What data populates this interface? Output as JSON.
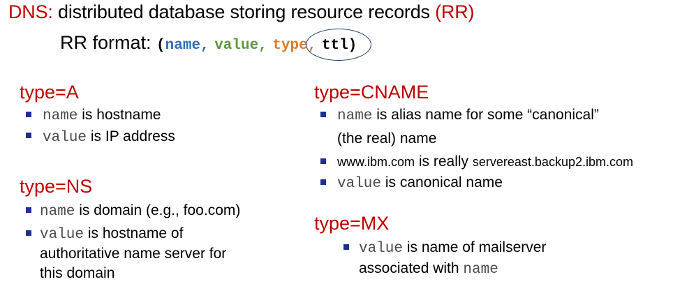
{
  "title": {
    "prefix": "DNS:",
    "text": "distributed database storing resource records",
    "suffix": "(RR)"
  },
  "rr_format": {
    "label": "RR format:",
    "open": "(",
    "name": "name,",
    "value": "value,",
    "type": "type,",
    "ttl": "ttl",
    "close": ")"
  },
  "type_a": {
    "heading": "type=A",
    "items": [
      {
        "code": "name",
        "text": "is hostname"
      },
      {
        "code": "value",
        "text": "is IP address"
      }
    ]
  },
  "type_ns": {
    "heading": "type=NS",
    "items": [
      {
        "code": "name",
        "text": "is domain (e.g., foo.com)"
      },
      {
        "code": "value",
        "text": "is hostname of",
        "cont1": "authoritative name server for",
        "cont2": "this domain"
      }
    ]
  },
  "type_cname": {
    "heading": "type=CNAME",
    "items": [
      {
        "code": "name",
        "text": "is alias name for some “canonical”",
        "cont1": "(the real) name"
      },
      {
        "lead": "www.ibm.com",
        "text": "is really",
        "tail": "servereast.backup2.ibm.com"
      },
      {
        "code": "value",
        "text": "is canonical name"
      }
    ]
  },
  "type_mx": {
    "heading": "type=MX",
    "items": [
      {
        "code": "value",
        "text": "is name of mailserver",
        "cont1": "associated with",
        "cont1_code": "name"
      }
    ]
  }
}
